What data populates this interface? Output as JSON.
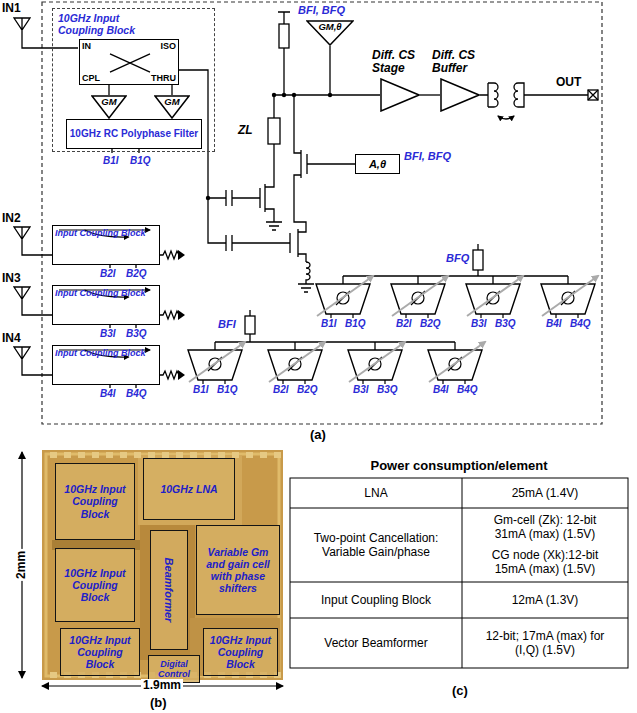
{
  "diagram": {
    "nodes": [
      {
        "text": [
          "10GHz Input Coupling Block"
        ]
      },
      {
        "text": [
          "IN",
          "ISO",
          "CPL",
          "THRU"
        ],
        "in": 0
      },
      {
        "text": [
          "GM"
        ],
        "in": 0
      },
      {
        "text": [
          "GM"
        ],
        "in": 0
      },
      {
        "text": [
          "10GHz RC Polyphase Filter"
        ],
        "in": 0
      },
      {
        "text": [
          "Input Coupling Block"
        ]
      },
      {
        "text": [
          "Input Coupling Block"
        ]
      },
      {
        "text": [
          "Input Coupling Block"
        ]
      },
      {
        "text": [
          "GM,θ"
        ]
      },
      {
        "text": [
          "A,θ"
        ]
      },
      {
        "text": [
          "Diff. CS Stage"
        ]
      },
      {
        "text": [
          "Diff. CS Buffer"
        ]
      },
      {
        "text": [
          "10GHz Input Coupling Block"
        ]
      },
      {
        "text": [
          "10GHz LNA"
        ]
      },
      {
        "text": [
          "Beamformer"
        ]
      },
      {
        "text": [
          "Variable Gm and gain cell with phase shifters"
        ]
      },
      {
        "text": [
          "10GHz Input Coupling Block"
        ]
      },
      {
        "text": [
          "10GHz Input Coupling Block"
        ]
      },
      {
        "text": [
          "Digital Control"
        ]
      },
      {
        "text": [
          "10GHz Input Coupling Block"
        ]
      }
    ],
    "edges": [
      {
        "from": 1,
        "to": 2,
        "arrow": "none"
      },
      {
        "from": 1,
        "to": 3,
        "arrow": "none"
      },
      {
        "from": 2,
        "to": 4,
        "arrow": "none"
      },
      {
        "from": 3,
        "to": 4,
        "arrow": "none"
      },
      {
        "from": 10,
        "to": 11,
        "arrow": "none"
      }
    ],
    "labels": [
      "IN1",
      "IN2",
      "IN3",
      "IN4",
      "B1I",
      "B1Q",
      "B2I",
      "B2Q",
      "B3I",
      "B3Q",
      "B4I",
      "B4Q",
      "ZL",
      "BFI, BFQ",
      "BFI, BFQ",
      "OUT",
      "BFQ",
      "BFI",
      "B1I",
      "B1Q",
      "B2I",
      "B2Q",
      "B3I",
      "B3Q",
      "B4I",
      "B4Q",
      "B1I",
      "B1Q",
      "B2I",
      "B2Q",
      "B3I",
      "B3Q",
      "B4I",
      "B4Q",
      "(a)",
      "2mm",
      "1.9mm",
      "(b)",
      "Power consumption/element",
      "LNA",
      "25mA (1.4V)",
      "Two-point Cancellation: Variable Gain/phase",
      "Gm-cell (Zk): 12-bit 31mA (max) (1.5V)",
      "CG node (Xk):12-bit 15mA (max) (1.5V)",
      "Input Coupling Block",
      "12mA (1.3V)",
      "Vector Beamformer",
      "12-bit; 17mA (max) for (I,Q) (1.5V)",
      "(c)"
    ]
  }
}
